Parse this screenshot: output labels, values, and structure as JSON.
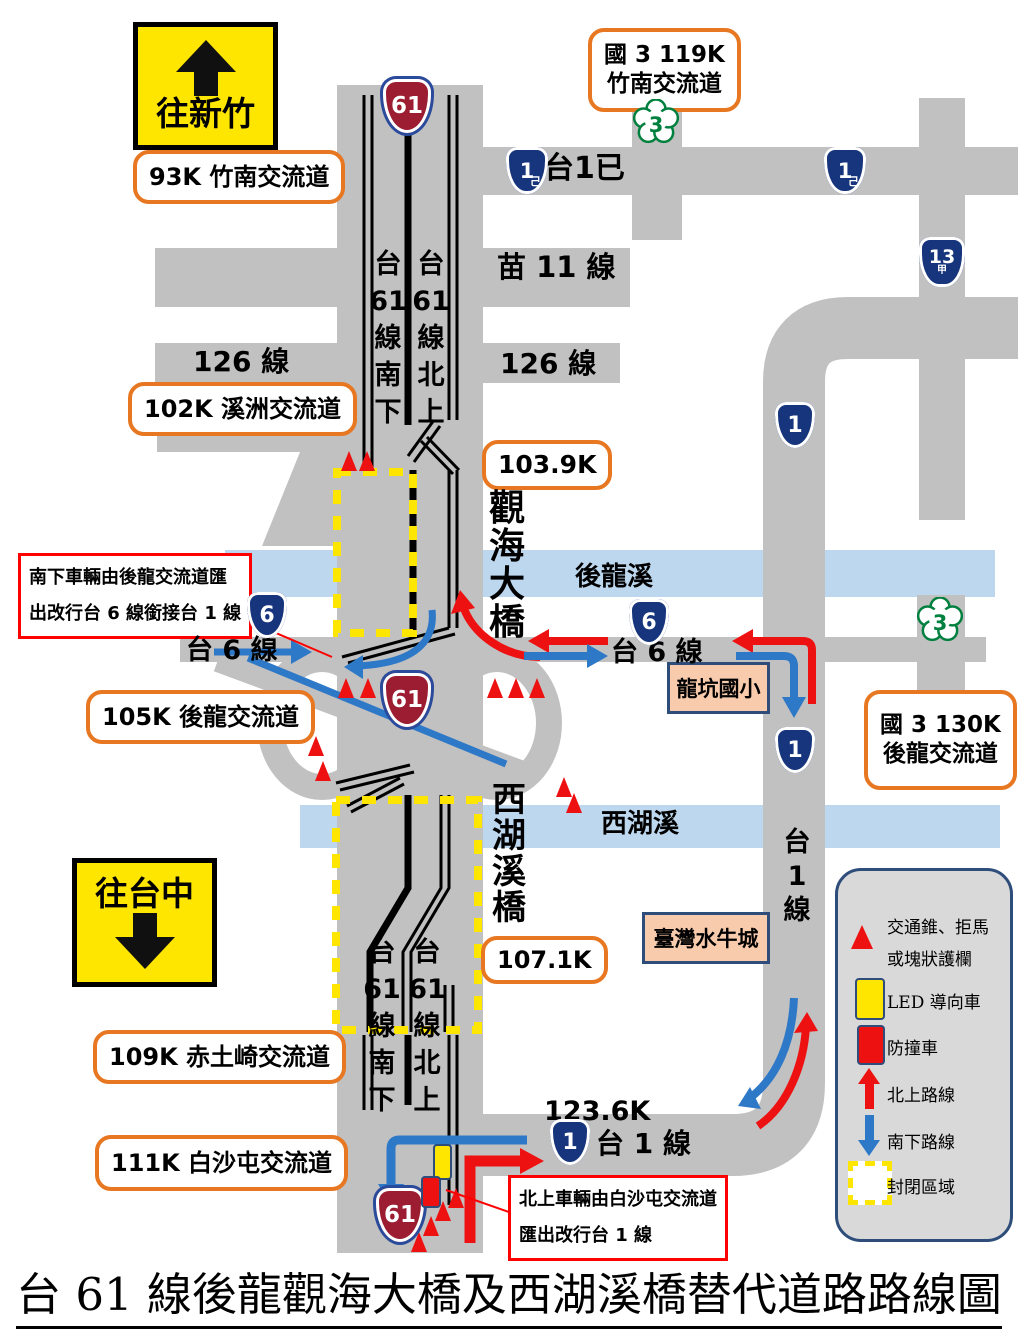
{
  "page": {
    "title": "台 61 線後龍觀海大橋及西湖溪橋替代道路路線圖"
  },
  "signs": {
    "to_hsinchu": "往新竹",
    "to_taichung": "往台中"
  },
  "boxes": {
    "ic93k": "93K 竹南交流道",
    "f119k_l1": "國 3 119K",
    "f119k_l2": "竹南交流道",
    "ic102k": "102K 溪洲交流道",
    "k1039": "103.9K",
    "ic105k": "105K 後龍交流道",
    "k1071": "107.1K",
    "ic109k": "109K 赤土崎交流道",
    "ic111k": "111K 白沙屯交流道",
    "f130k_l1": "國 3 130K",
    "f130k_l2": "後龍交流道"
  },
  "roads": {
    "miao11": "苗 11 線",
    "r126_w": "126 線",
    "r126_e": "126 線",
    "tai1ji": "台1已",
    "tai6_w": "台 6 線",
    "tai6_e": "台 6 線",
    "tai1_jct": "台 1 線",
    "k1236": "123.6K",
    "tai1_vert": [
      "台",
      "1",
      "線"
    ],
    "lane_south": [
      "台",
      "61",
      "線",
      "南",
      "下"
    ],
    "lane_north": [
      "台",
      "61",
      "線",
      "北",
      "上"
    ]
  },
  "rivers": {
    "houlong": "後龍溪",
    "xihu": "西湖溪"
  },
  "bridges": {
    "guanhai": [
      "觀",
      "海",
      "大",
      "橋"
    ],
    "xihuqiao": [
      "西",
      "湖",
      "溪",
      "橋"
    ]
  },
  "pois": {
    "school": "龍坑國小",
    "buffalo": "臺灣水牛城"
  },
  "notes": {
    "south_l1": "南下車輛由後龍交流道匯",
    "south_l2": "出改行台 6 線銜接台 1 線",
    "north_l1": "北上車輛由白沙屯交流道",
    "north_l2": "匯出改行台 1 線"
  },
  "shields": {
    "t61": "61",
    "t1": "1",
    "t6": "6",
    "t13": "13",
    "t13_sub": "甲",
    "t1_sub": "己",
    "f3": "3"
  },
  "legend": {
    "items": [
      {
        "label1": "交通錐、拒馬",
        "label2": "或塊狀護欄"
      },
      {
        "label1": "LED 導向車",
        "label2": ""
      },
      {
        "label1": "防撞車",
        "label2": ""
      },
      {
        "label1": "北上路線",
        "label2": ""
      },
      {
        "label1": "南下路線",
        "label2": ""
      },
      {
        "label1": "封閉區域",
        "label2": ""
      }
    ]
  },
  "colors": {
    "road": "#c1c1c1",
    "river": "#bdd7ee",
    "closed_area": "#ffe600",
    "northbound": "#ee1111",
    "southbound": "#2e78c8",
    "orange_box": "#e87722",
    "note_border": "#ff0000",
    "poi_fill": "#f8cbad",
    "navy": "#2e4d7b",
    "shield_blue": "#17357c",
    "shield_red": "#9c1c31",
    "freeway_green": "#00803e",
    "legend_bg": "#d9d9d9",
    "sign_yellow": "#ffe600"
  }
}
